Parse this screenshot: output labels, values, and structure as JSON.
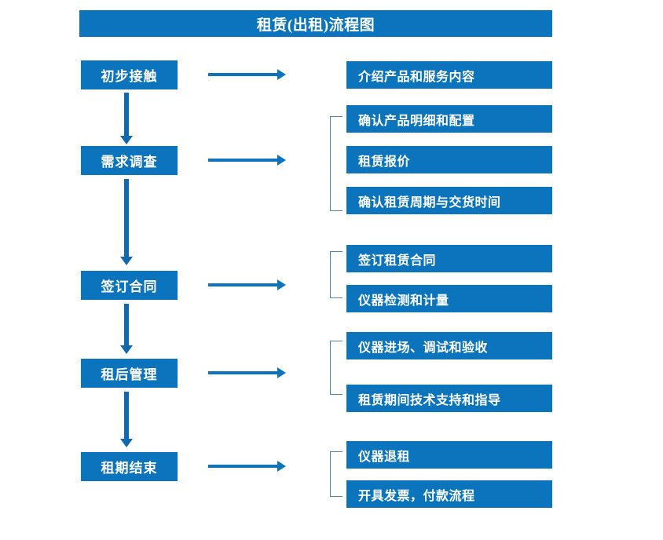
{
  "title": "租赁(出租)流程图",
  "colors": {
    "box_blue": "#0c74bd",
    "arrow_blue": "#1268ad",
    "bracket_blue": "#4a86b8",
    "text_white": "#ffffff",
    "background": "#ffffff"
  },
  "stages": [
    {
      "label": "初步接触"
    },
    {
      "label": "需求调查"
    },
    {
      "label": "签订合同"
    },
    {
      "label": "租后管理"
    },
    {
      "label": "租期结束"
    }
  ],
  "groups": [
    {
      "stage": "初步接触",
      "has_bracket": false,
      "items": [
        {
          "label": "介绍产品和服务内容"
        }
      ]
    },
    {
      "stage": "需求调查",
      "has_bracket": true,
      "items": [
        {
          "label": "确认产品明细和配置"
        },
        {
          "label": "租赁报价"
        },
        {
          "label": "确认租赁周期与交货时间"
        }
      ]
    },
    {
      "stage": "签订合同",
      "has_bracket": true,
      "items": [
        {
          "label": "签订租赁合同"
        },
        {
          "label": "仪器检测和计量"
        }
      ]
    },
    {
      "stage": "租后管理",
      "has_bracket": true,
      "items": [
        {
          "label": "仪器进场、调试和验收"
        },
        {
          "label": "租赁期间技术支持和指导"
        }
      ]
    },
    {
      "stage": "租期结束",
      "has_bracket": true,
      "items": [
        {
          "label": "仪器退租"
        },
        {
          "label": "开具发票，付款流程"
        }
      ]
    }
  ],
  "connectors": {
    "right_arrow_icon": "arrow-right-icon",
    "down_arrow_icon": "arrow-down-icon",
    "bracket_icon": "group-bracket-icon"
  }
}
